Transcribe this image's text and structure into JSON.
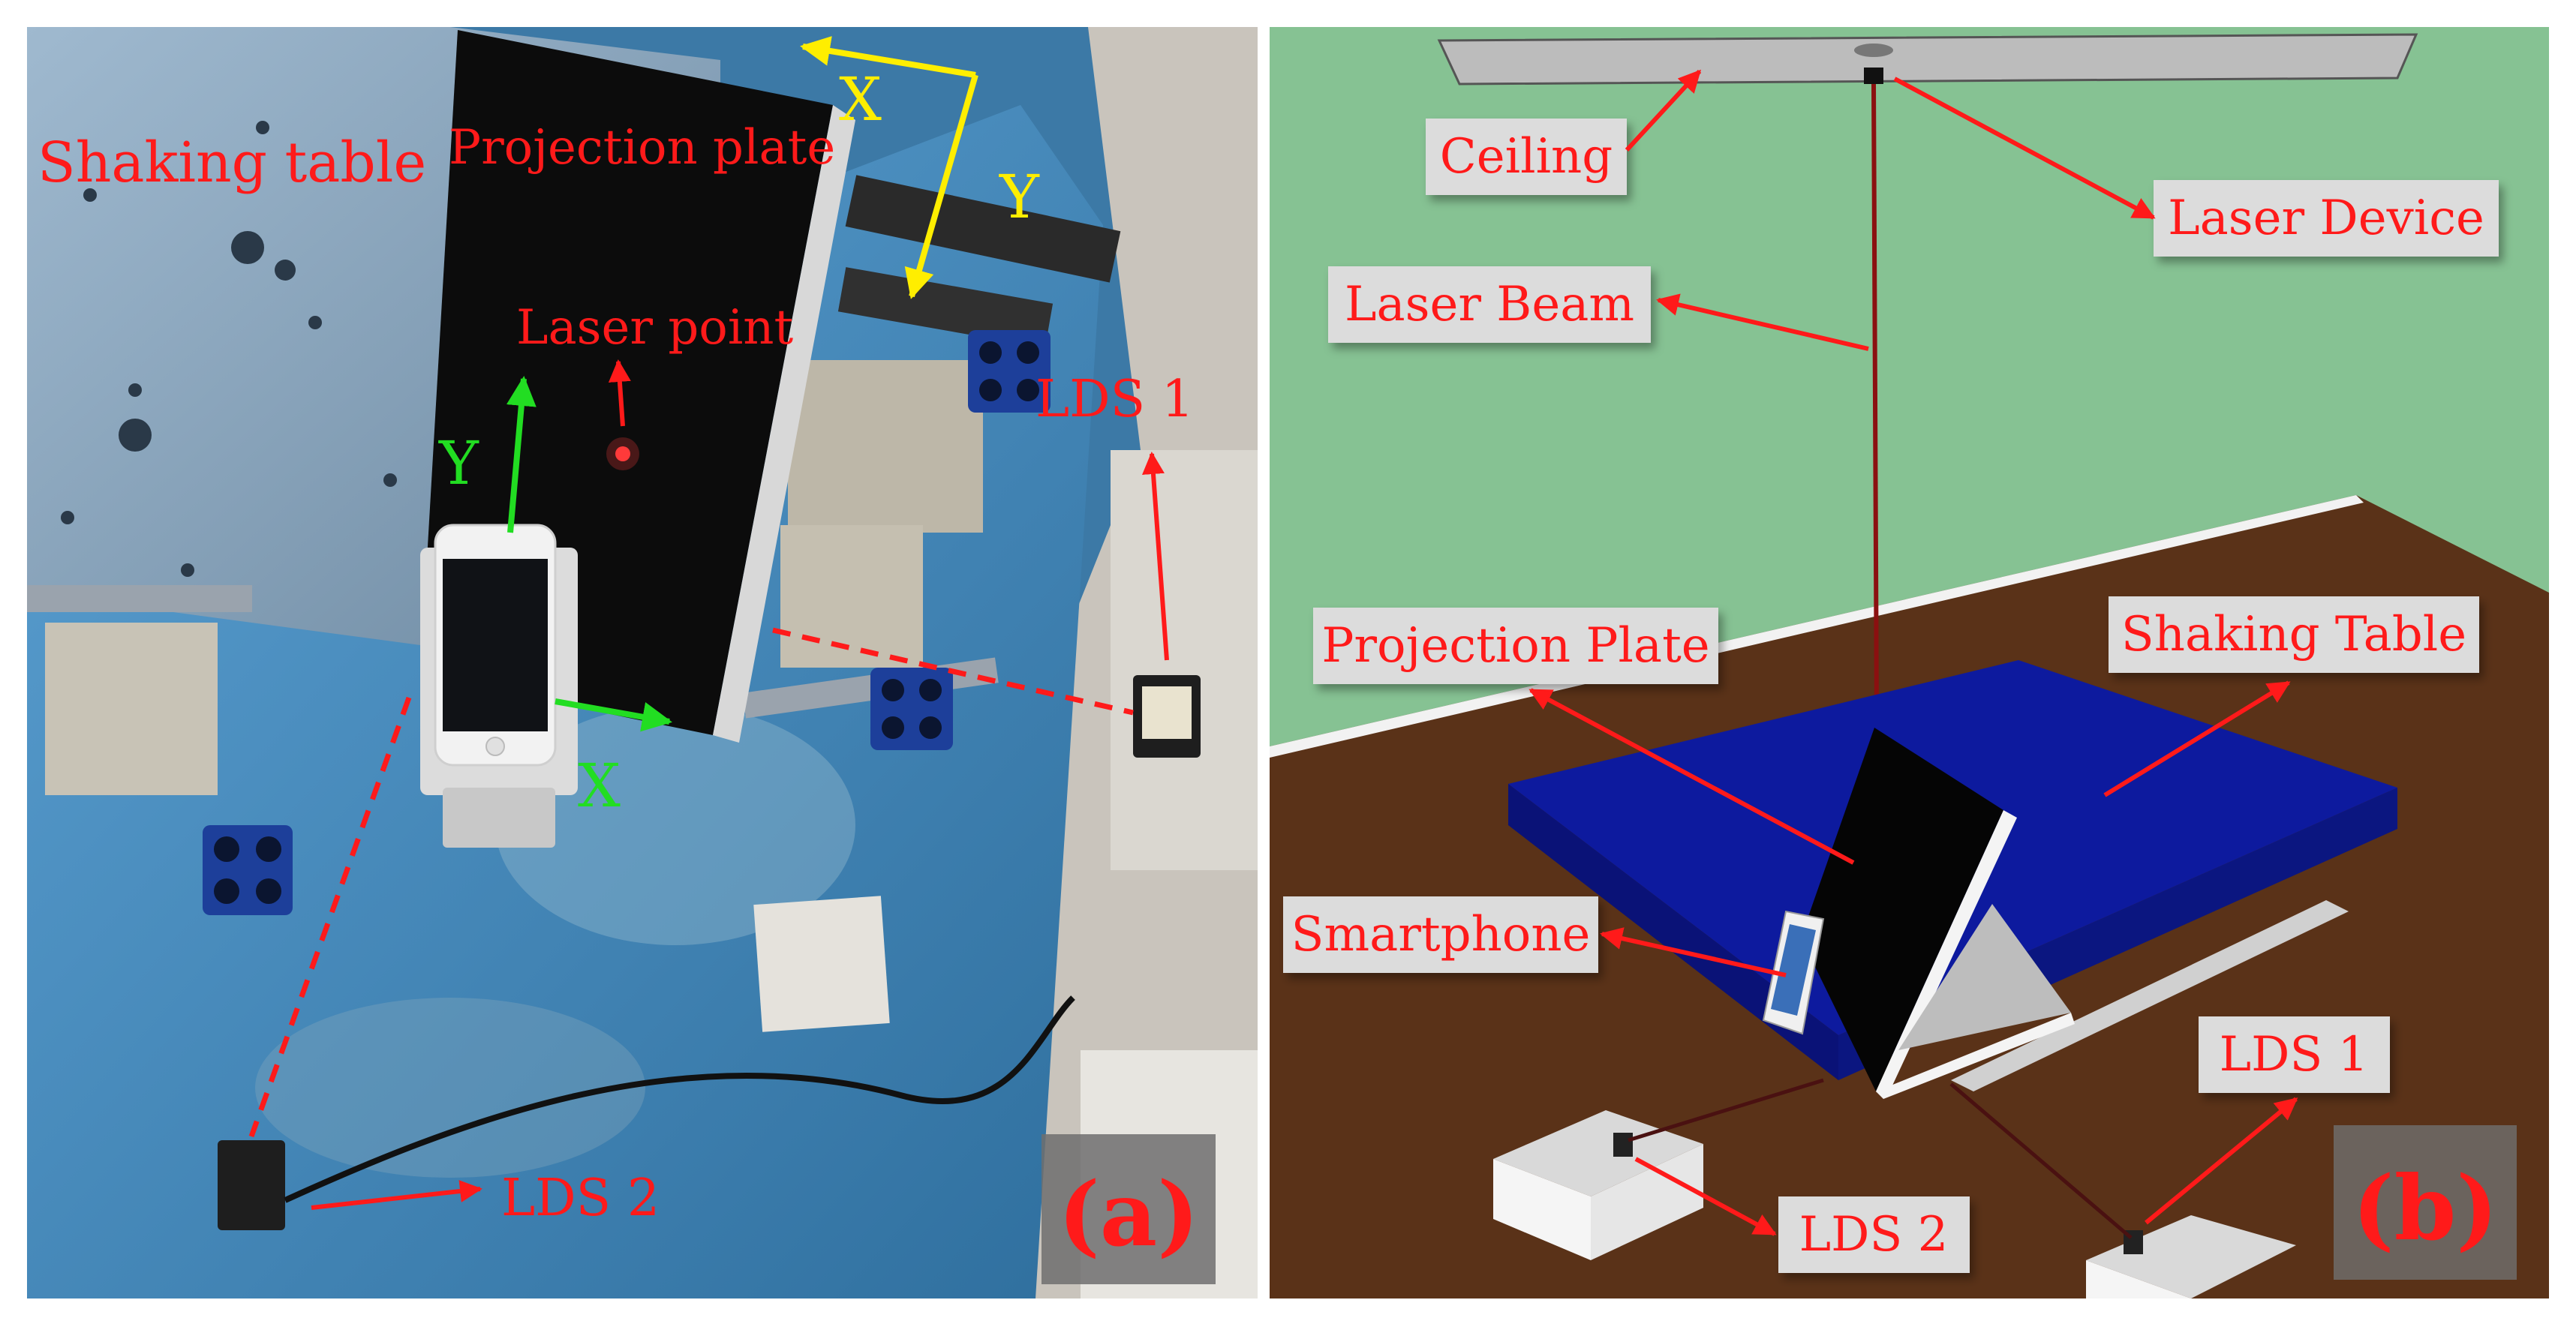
{
  "panel_a": {
    "shaking_table": "Shaking table",
    "projection_plate": "Projection plate",
    "laser_point": "Laser point",
    "axis_y_phone": "Y",
    "axis_x_phone": "X",
    "axis_x_table": "X",
    "axis_y_table": "Y",
    "lds1": "LDS 1",
    "lds2": "LDS 2",
    "panel_label": "(a)"
  },
  "panel_b": {
    "ceiling": "Ceiling",
    "laser_device": "Laser Device",
    "laser_beam": "Laser Beam",
    "projection_plate": "Projection Plate",
    "shaking_table": "Shaking Table",
    "smartphone": "Smartphone",
    "lds1": "LDS 1",
    "lds2": "LDS 2",
    "panel_label": "(b)"
  },
  "colors": {
    "label_red": "#ff1a1a",
    "axis_green": "#22dd22",
    "axis_yellow": "#ffee00",
    "wall": "#86c293",
    "floor": "#5a3218",
    "table_blue": "#0d1a9e",
    "metal_blue": "#3b82b8"
  }
}
